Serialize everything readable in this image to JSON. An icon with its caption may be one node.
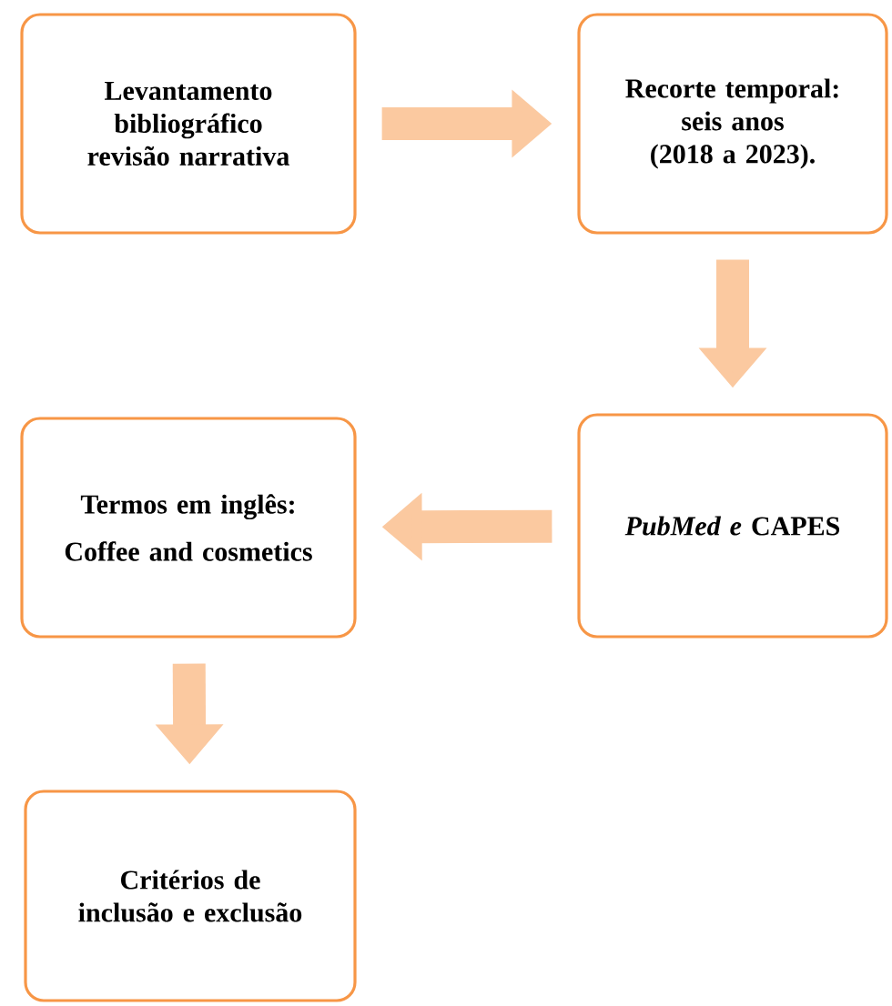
{
  "diagram": {
    "nodes": [
      {
        "text": [
          "Levantamento bibliográfico revisão narrativa"
        ]
      },
      {
        "text": [
          "Recorte temporal: seis anos (2018 a 2023)."
        ]
      },
      {
        "text": [
          "*PubMed e* CAPES"
        ]
      },
      {
        "text": [
          "Termos em inglês:",
          "Coffee and cosmetics"
        ]
      },
      {
        "text": [
          "Critérios de inclusão e exclusão"
        ]
      }
    ],
    "edges": [
      {
        "from": 0,
        "to": 1,
        "arrow": "to"
      },
      {
        "from": 1,
        "to": 2,
        "arrow": "to"
      },
      {
        "from": 2,
        "to": 3,
        "arrow": "to"
      },
      {
        "from": 3,
        "to": 4,
        "arrow": "to"
      }
    ]
  }
}
